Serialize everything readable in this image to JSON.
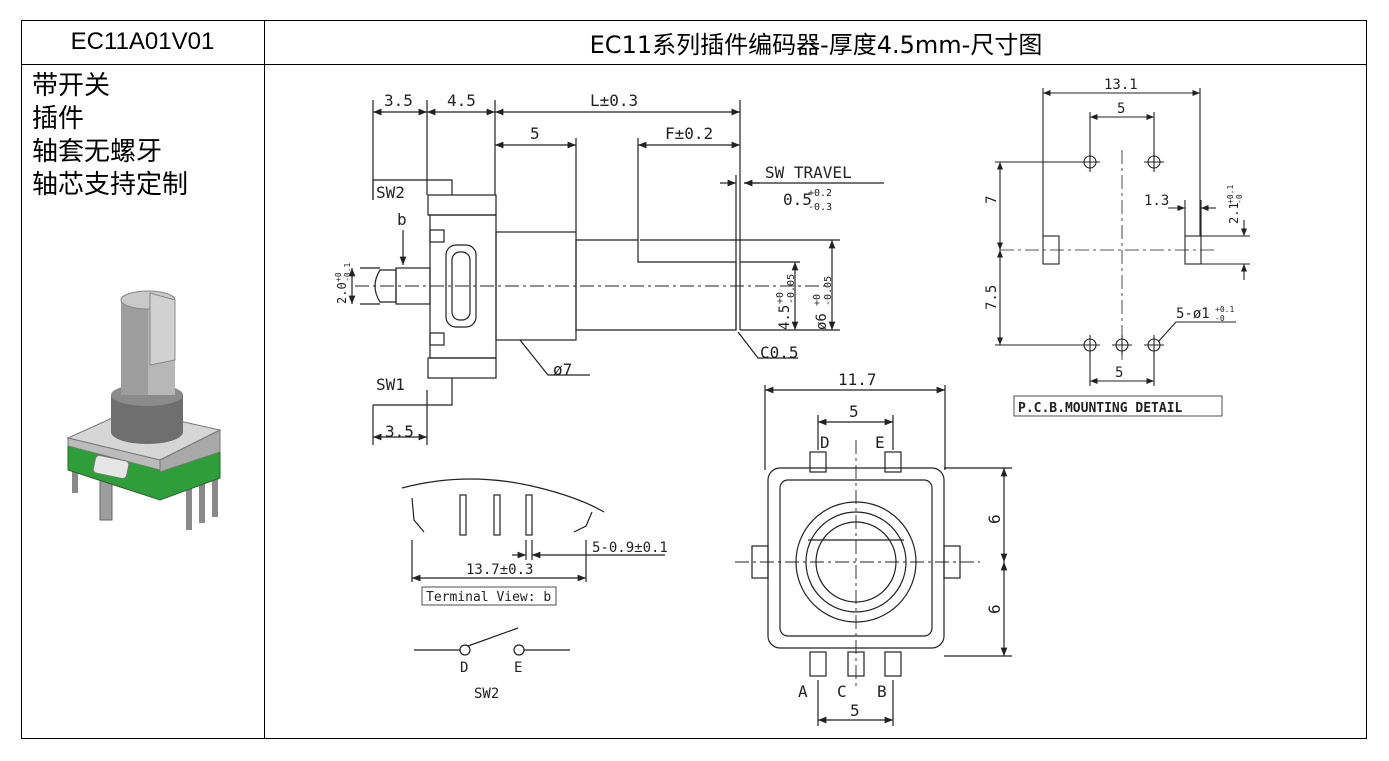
{
  "header": {
    "model": "EC11A01V01",
    "title": "EC11系列插件编码器-厚度4.5mm-尺寸图"
  },
  "features": [
    "带开关",
    "插件",
    "轴套无螺牙",
    "轴芯支持定制"
  ],
  "side_view": {
    "dim_a": "3.5",
    "dim_b": "4.5",
    "dim_l": "L±0.3",
    "dim_5": "5",
    "dim_f": "F±0.2",
    "sw_travel": "SW TRAVEL",
    "sw_travel_base": "0.5",
    "sw_travel_tol_up": "+0.2",
    "sw_travel_tol_down": "-0.3",
    "sw2": "SW2",
    "b": "b",
    "sw1": "SW1",
    "dim_bottom": "3.5",
    "dia7": "ø7",
    "c05": "C0.5",
    "pin_dia_base": "2.0",
    "pin_dia_tol_up": "+0",
    "pin_dia_tol_down": "-0.1",
    "flat_base": "4.5",
    "flat_tol_up": "+0",
    "flat_tol_down": "-0.05",
    "shaft_base": "ø6",
    "shaft_tol_up": "+0",
    "shaft_tol_down": "-0.05"
  },
  "terminal_view": {
    "dim_pitch": "5-0.9±0.1",
    "dim_width": "13.7±0.3",
    "caption": "Terminal View: b"
  },
  "switch_diagram": {
    "d": "D",
    "e": "E",
    "label": "SW2"
  },
  "top_view": {
    "dim_width": "11.7",
    "dim_de": "5",
    "d": "D",
    "e": "E",
    "dim_6a": "6",
    "dim_6b": "6",
    "a": "A",
    "c": "C",
    "b": "B",
    "dim_bottom": "5"
  },
  "pcb": {
    "dim_width": "13.1",
    "dim_top5": "5",
    "dim_7": "7",
    "dim_13": "1.3",
    "dim_21_base": "2.1",
    "dim_21_tol_up": "+0.1",
    "dim_21_tol_down": "-0",
    "dim_75": "7.5",
    "holes_base": "5-ø1",
    "holes_tol_up": "+0.1",
    "holes_tol_down": "-0",
    "dim_bottom5": "5",
    "caption": "P.C.B.MOUNTING DETAIL"
  },
  "colors": {
    "line": "#222222",
    "body_green": "#2f9e3a",
    "body_grey": "#b4b4b4",
    "metal": "#9a9a9a"
  }
}
